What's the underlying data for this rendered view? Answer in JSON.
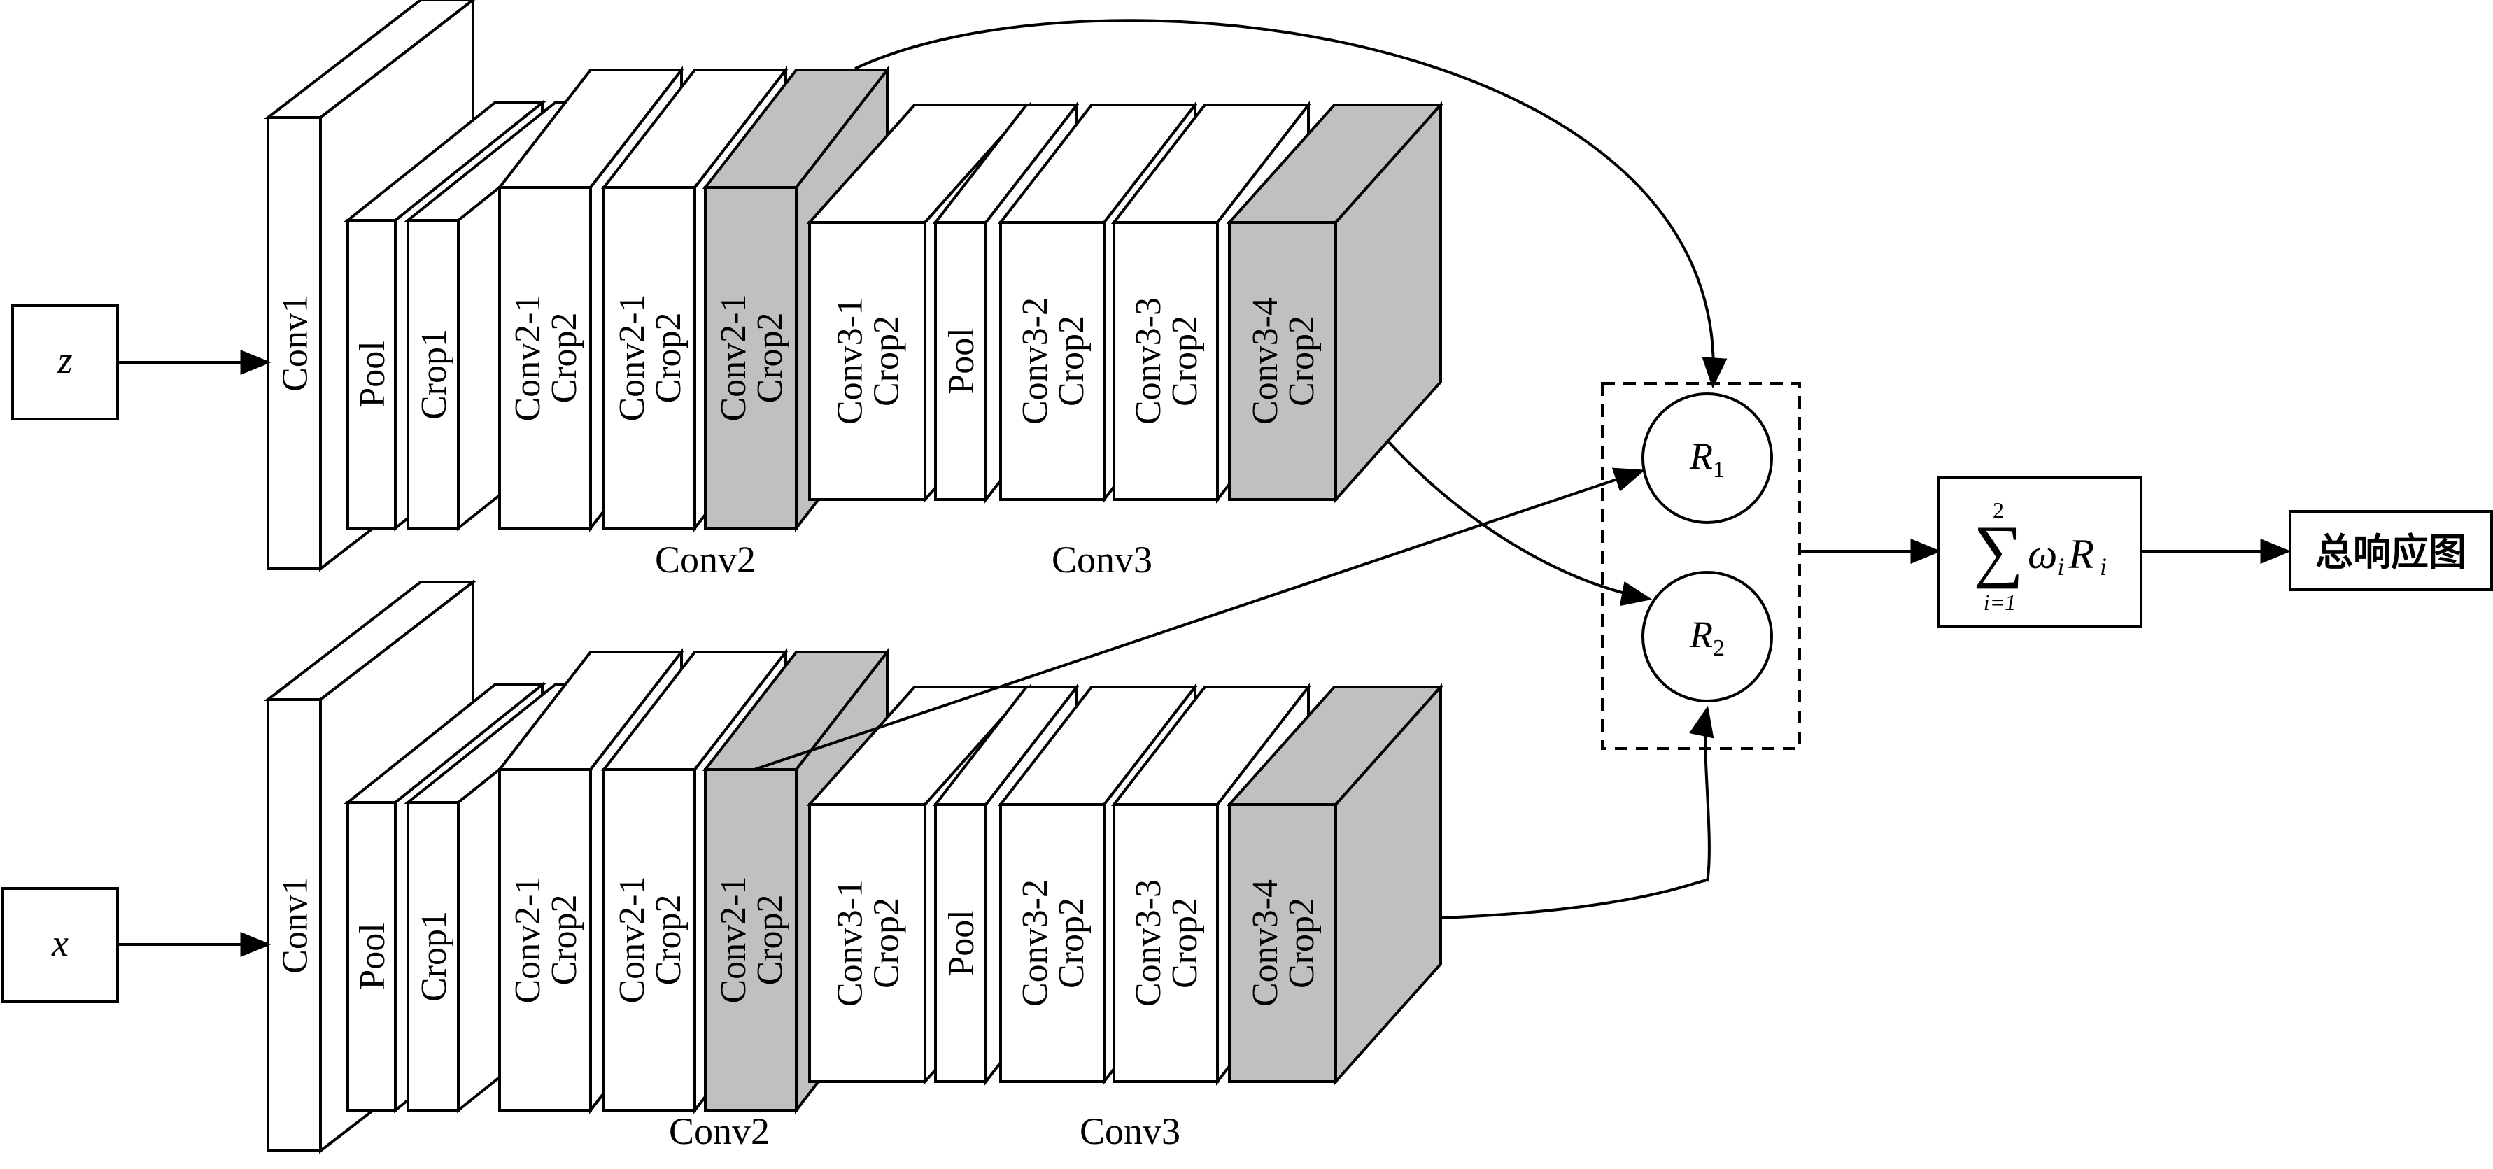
{
  "colors": {
    "plain_block": "#ffffff",
    "highlight_block": "#c0c0c0",
    "stroke": "#000000"
  },
  "inputs": [
    {
      "id": "z",
      "label": "z"
    },
    {
      "id": "x",
      "label": "x"
    }
  ],
  "branches": [
    {
      "id": "template-branch",
      "input": "z",
      "blocks": [
        {
          "lines": [
            "Conv1"
          ],
          "highlight": false
        },
        {
          "lines": [
            "Pool"
          ],
          "highlight": false
        },
        {
          "lines": [
            "Crop1"
          ],
          "highlight": false
        },
        {
          "lines": [
            "Conv2-1",
            "Crop2"
          ],
          "highlight": false
        },
        {
          "lines": [
            "Conv2-1",
            "Crop2"
          ],
          "highlight": false
        },
        {
          "lines": [
            "Conv2-1",
            "Crop2"
          ],
          "highlight": true
        },
        {
          "lines": [
            "Conv3-1",
            "Crop2"
          ],
          "highlight": false
        },
        {
          "lines": [
            "Pool"
          ],
          "highlight": false
        },
        {
          "lines": [
            "Conv3-2",
            "Crop2"
          ],
          "highlight": false
        },
        {
          "lines": [
            "Conv3-3",
            "Crop2"
          ],
          "highlight": false
        },
        {
          "lines": [
            "Conv3-4",
            "Crop2"
          ],
          "highlight": true
        }
      ],
      "group_labels": [
        "Conv2",
        "Conv3"
      ]
    },
    {
      "id": "search-branch",
      "input": "x",
      "blocks": [
        {
          "lines": [
            "Conv1"
          ],
          "highlight": false
        },
        {
          "lines": [
            "Pool"
          ],
          "highlight": false
        },
        {
          "lines": [
            "Crop1"
          ],
          "highlight": false
        },
        {
          "lines": [
            "Conv2-1",
            "Crop2"
          ],
          "highlight": false
        },
        {
          "lines": [
            "Conv2-1",
            "Crop2"
          ],
          "highlight": false
        },
        {
          "lines": [
            "Conv2-1",
            "Crop2"
          ],
          "highlight": true
        },
        {
          "lines": [
            "Conv3-1",
            "Crop2"
          ],
          "highlight": false
        },
        {
          "lines": [
            "Pool"
          ],
          "highlight": false
        },
        {
          "lines": [
            "Conv3-2",
            "Crop2"
          ],
          "highlight": false
        },
        {
          "lines": [
            "Conv3-3",
            "Crop2"
          ],
          "highlight": false
        },
        {
          "lines": [
            "Conv3-4",
            "Crop2"
          ],
          "highlight": true
        }
      ],
      "group_labels": [
        "Conv2",
        "Conv3"
      ]
    }
  ],
  "responses": [
    {
      "symbol": "R",
      "subscript": "1"
    },
    {
      "symbol": "R",
      "subscript": "2"
    }
  ],
  "fusion": {
    "sum_symbol": "∑",
    "upper_limit": "2",
    "lower_limit": "i=1",
    "weight": "ω",
    "weight_sub": "i",
    "term": "R",
    "term_sub": "i"
  },
  "output": {
    "label": "总响应图"
  }
}
